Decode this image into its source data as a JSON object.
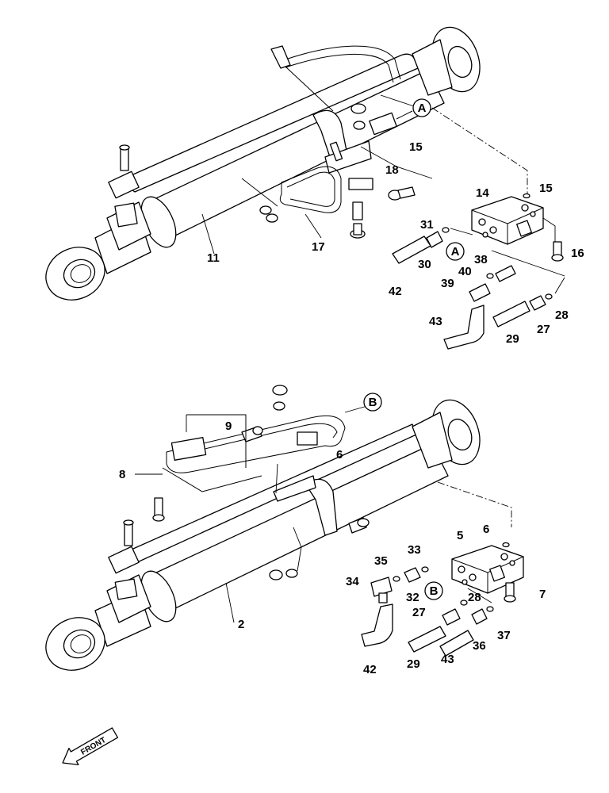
{
  "upper_assembly": {
    "labels": [
      "11",
      "17",
      "18",
      "15",
      "14",
      "15",
      "16",
      "31",
      "30",
      "42",
      "38",
      "40",
      "39",
      "43",
      "29",
      "27",
      "28"
    ],
    "detail_markers": [
      "A",
      "A"
    ]
  },
  "lower_assembly": {
    "labels": [
      "9",
      "6",
      "8",
      "2",
      "5",
      "6",
      "33",
      "35",
      "34",
      "32",
      "28",
      "7",
      "27",
      "37",
      "36",
      "43",
      "29",
      "42"
    ],
    "detail_markers": [
      "B",
      "B"
    ]
  },
  "front_indicator": "FRONT"
}
